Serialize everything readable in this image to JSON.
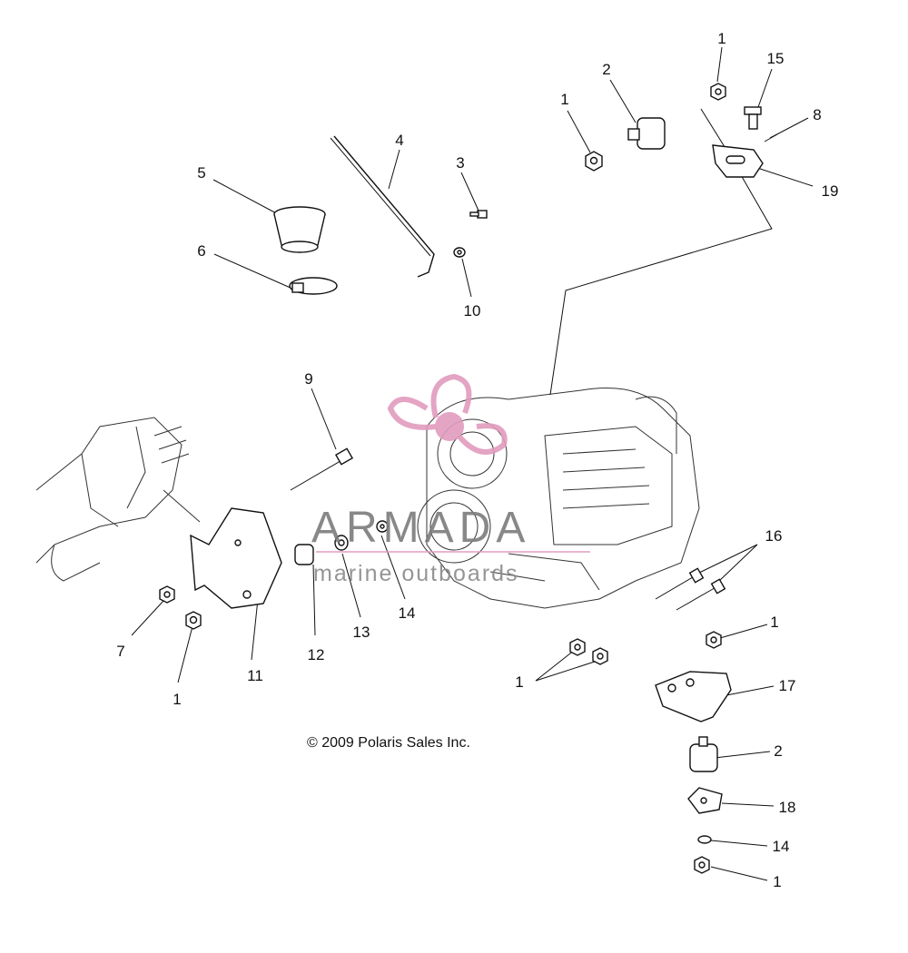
{
  "copyright": "© 2009 Polaris Sales Inc.",
  "watermark": {
    "title": "ARMADA",
    "subtitle": "marine outboards",
    "logo_icon": "propeller-logo-icon",
    "logo_color": "#e29bbd"
  },
  "callouts": {
    "c1a": "1",
    "c1b": "1",
    "c1c": "1",
    "c1d": "1",
    "c1e": "1",
    "c1f": "1",
    "c2a": "2",
    "c2b": "2",
    "c3": "3",
    "c4": "4",
    "c5": "5",
    "c6": "6",
    "c7": "7",
    "c8": "8",
    "c9": "9",
    "c10": "10",
    "c11": "11",
    "c12": "12",
    "c13": "13",
    "c14a": "14",
    "c14b": "14",
    "c15": "15",
    "c16": "16",
    "c17": "17",
    "c18": "18",
    "c19": "19"
  }
}
